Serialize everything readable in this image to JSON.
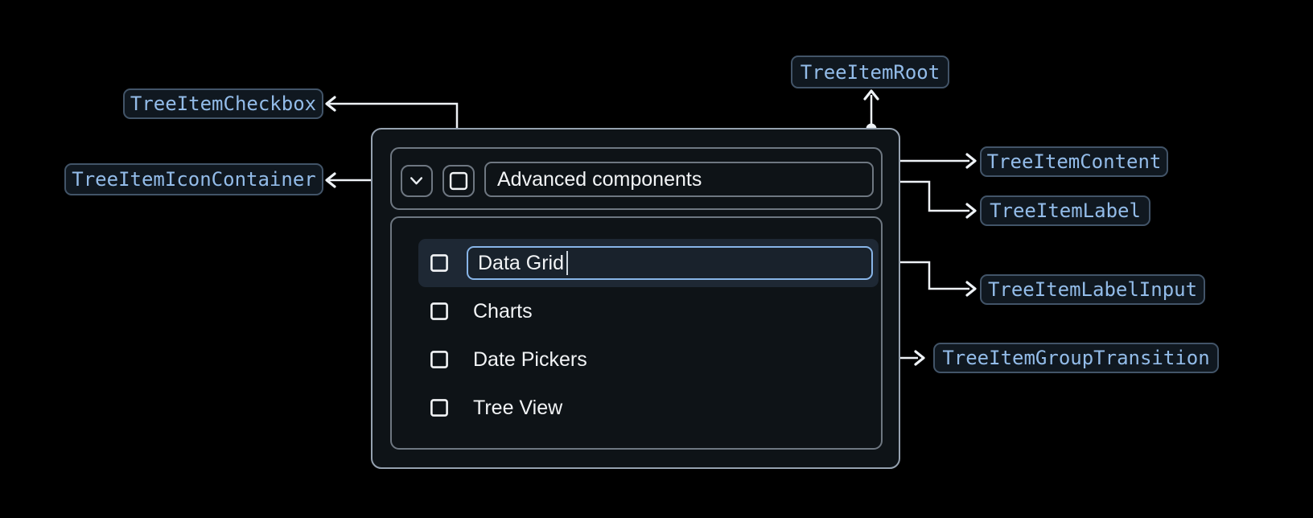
{
  "annotations": [
    {
      "label": "TreeItemCheckbox"
    },
    {
      "label": "TreeItemIconContainer"
    },
    {
      "label": "TreeItemRoot"
    },
    {
      "label": "TreeItemContent"
    },
    {
      "label": "TreeItemLabel"
    },
    {
      "label": "TreeItemLabelInput"
    },
    {
      "label": "TreeItemGroupTransition"
    }
  ],
  "tree": {
    "parent": {
      "label": "Advanced components",
      "expanded": true,
      "checked": false,
      "expand_icon": "chevron-down-icon",
      "checkbox_icon": "checkbox-unchecked-icon"
    },
    "children": [
      {
        "label": "Data Grid",
        "editing": true,
        "checked": false
      },
      {
        "label": "Charts",
        "checked": false
      },
      {
        "label": "Date Pickers",
        "checked": false
      },
      {
        "label": "Tree View",
        "checked": false
      }
    ]
  },
  "colors": {
    "page_bg": "#000000",
    "surface_bg": "#0e1317",
    "root_border": "#95a1af",
    "inner_border": "#6e7781",
    "row_highlight": "#1e2834",
    "input_focus_border": "#88b5e8",
    "badge_bg": "#101820",
    "badge_border": "#425468",
    "badge_text": "#93bce9",
    "text": "#f2f4f6",
    "connector": "#eef2f6"
  }
}
